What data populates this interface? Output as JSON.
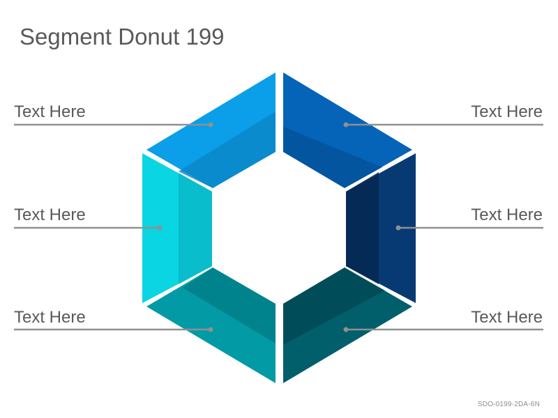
{
  "title": "Segment Donut 199",
  "segments": [
    {
      "label": "Text Here",
      "color": "#0A9FE8",
      "shade": "#0B87C9"
    },
    {
      "label": "Text Here",
      "color": "#0563B8",
      "shade": "#04529A"
    },
    {
      "label": "Text Here",
      "color": "#073A73",
      "shade": "#052850"
    },
    {
      "label": "Text Here",
      "color": "#005F6B",
      "shade": "#004A56"
    },
    {
      "label": "Text Here",
      "color": "#029AA5",
      "shade": "#017F8A"
    },
    {
      "label": "Text Here",
      "color": "#0AD5E2",
      "shade": "#0AB8C8"
    }
  ],
  "leader_color": "#909090",
  "footer_code": "SDO-0199-2DA-6N"
}
